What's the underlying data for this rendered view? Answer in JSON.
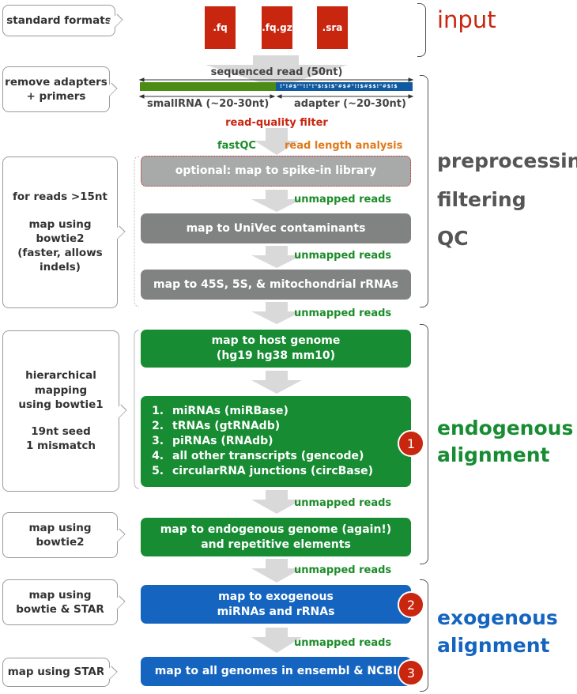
{
  "callouts": {
    "input": "standard formats",
    "adapters": [
      "remove adapters",
      "+ primers"
    ],
    "preprocessing": [
      "for reads >15nt",
      "map using",
      "bowtie2",
      "(faster, allows",
      "indels)"
    ],
    "hierarchical": [
      "hierarchical",
      "mapping",
      "using bowtie1",
      "19nt seed",
      "1 mismatch"
    ],
    "bowtie2": [
      "map using",
      "bowtie2"
    ],
    "bowtie_star": [
      "map using",
      "bowtie & STAR"
    ],
    "star": "map using STAR"
  },
  "files": [
    ".fq",
    ".fq.gz",
    ".sra"
  ],
  "read": {
    "title": "sequenced read (50nt)",
    "quality_string": "!\"!#$\"\"!!\"!\"$!$!$\"#$#\"!!$#$$!\"#$!$",
    "small_label": "smallRNA (~20-30nt)",
    "adapter_label": "adapter (~20-30nt)",
    "filter": "read-quality filter",
    "fastqc": "fastQC",
    "length": "read length analysis"
  },
  "steps": {
    "spike": "optional: map to spike-in library",
    "univec": "map to UniVec contaminants",
    "rrna": "map to 45S, 5S, & mitochondrial rRNAs",
    "host": [
      "map to host genome",
      "(hg19 hg38 mm10)"
    ],
    "list": [
      "miRNAs (miRBase)",
      "tRNAs (gtRNAdb)",
      "piRNAs (RNAdb)",
      "all other transcripts (gencode)",
      "circularRNA junctions (circBase)"
    ],
    "endo_again": [
      "map to endogenous genome (again!)",
      "and repetitive elements"
    ],
    "exo": [
      "map to exogenous",
      "miRNAs and rRNAs"
    ],
    "all_genomes": "map to all genomes in ensembl & NCBI"
  },
  "unmapped": "unmapped reads",
  "badges": [
    "1",
    "2",
    "3"
  ],
  "right_labels": {
    "input": "input",
    "preprocessing": "preprocessing",
    "filtering": "filtering",
    "qc": "QC",
    "endogenous": [
      "endogenous",
      "alignment"
    ],
    "exogenous": [
      "exogenous",
      "alignment"
    ]
  },
  "colors": {
    "red": "#c8260f",
    "green": "#178c32",
    "blue": "#1565c0",
    "gray": "#808381",
    "orange": "#e07a1a",
    "arrow": "#d9d9d9"
  }
}
